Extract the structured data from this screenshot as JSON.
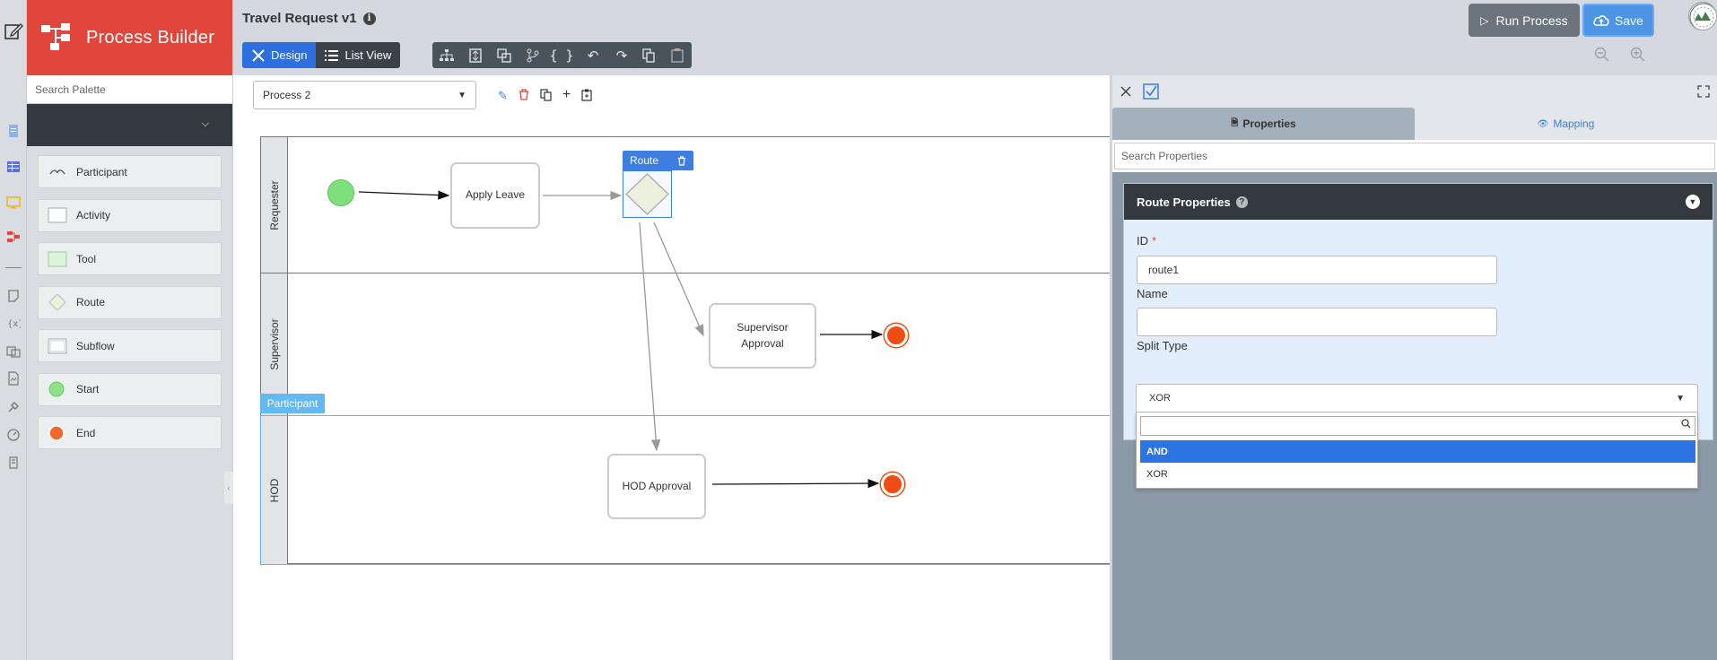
{
  "brand": {
    "title": "Process Builder"
  },
  "palette": {
    "search_placeholder": "Search Palette",
    "items": [
      {
        "label": "Participant"
      },
      {
        "label": "Activity"
      },
      {
        "label": "Tool"
      },
      {
        "label": "Route"
      },
      {
        "label": "Subflow"
      },
      {
        "label": "Start"
      },
      {
        "label": "End"
      }
    ]
  },
  "header": {
    "title": "Travel Request v1",
    "design_label": "Design",
    "list_view_label": "List View",
    "run_label": "Run Process",
    "save_label": "Save"
  },
  "canvas": {
    "process_select": "Process 2",
    "lanes": [
      "Requester",
      "Supervisor",
      "HOD"
    ],
    "tasks": {
      "apply_leave": "Apply Leave",
      "supervisor_line1": "Supervisor",
      "supervisor_line2": "Approval",
      "hod": "HOD Approval"
    },
    "route_label": "Route",
    "participant_label": "Participant"
  },
  "properties": {
    "tab_properties": "Properties",
    "tab_mapping": "Mapping",
    "search_placeholder": "Search Properties",
    "section_title": "Route Properties",
    "id_label": "ID",
    "id_value": "route1",
    "name_label": "Name",
    "name_value": "",
    "split_label": "Split Type",
    "split_value": "XOR",
    "options": [
      "AND",
      "XOR"
    ]
  },
  "colors": {
    "brand": "#e0463b",
    "accent": "#2e6fe0",
    "start": "#7de07a",
    "end": "#f24b12"
  }
}
